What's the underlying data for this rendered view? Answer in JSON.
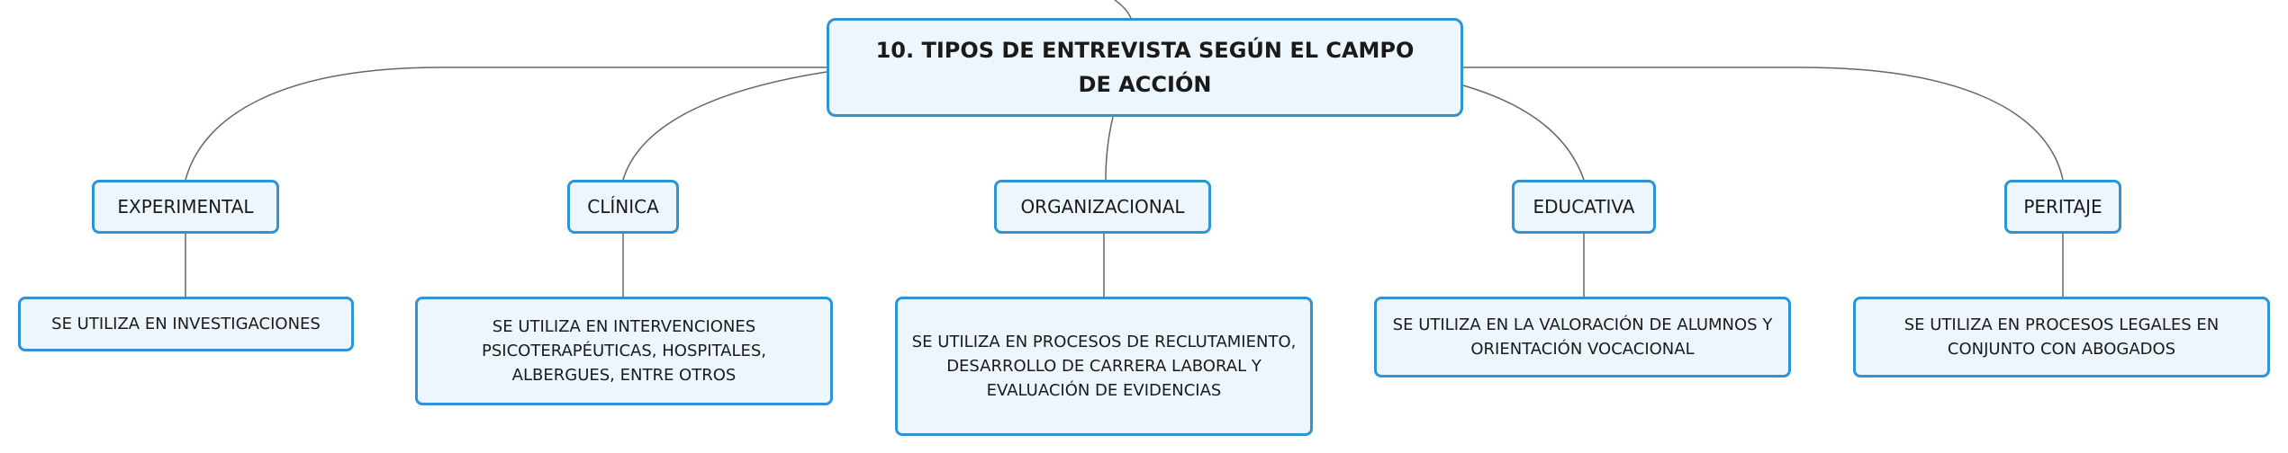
{
  "root": {
    "label": "10. TIPOS DE ENTREVISTA SEGÚN EL CAMPO DE ACCIÓN"
  },
  "branches": [
    {
      "label": "EXPERIMENTAL",
      "detail": "SE UTILIZA EN INVESTIGACIONES"
    },
    {
      "label": "CLÍNICA",
      "detail": "SE UTILIZA EN INTERVENCIONES PSICOTERAPÉUTICAS, HOSPITALES, ALBERGUES, ENTRE OTROS"
    },
    {
      "label": "ORGANIZACIONAL",
      "detail": "SE UTILIZA EN PROCESOS DE RECLUTAMIENTO, DESARROLLO DE CARRERA LABORAL Y EVALUACIÓN DE EVIDENCIAS"
    },
    {
      "label": "EDUCATIVA",
      "detail": "SE UTILIZA EN LA VALORACIÓN DE ALUMNOS Y ORIENTACIÓN VOCACIONAL"
    },
    {
      "label": "PERITAJE",
      "detail": "SE UTILIZA EN PROCESOS LEGALES EN CONJUNTO CON ABOGADOS"
    }
  ],
  "colors": {
    "border": "#2f93d4",
    "fill": "#eef6fd",
    "line": "#666666"
  }
}
